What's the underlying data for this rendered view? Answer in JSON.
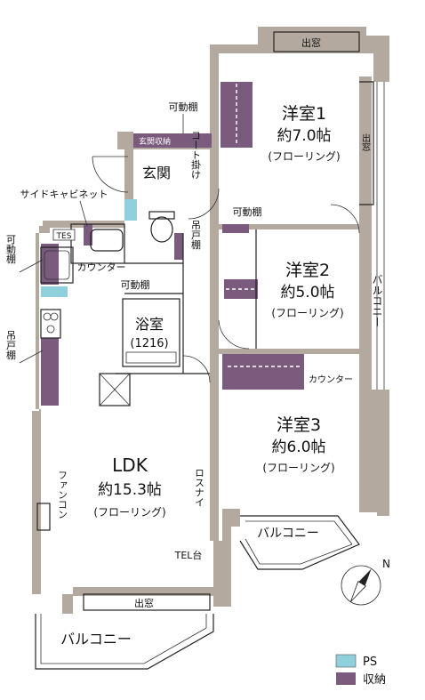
{
  "rooms": {
    "western1": {
      "name": "洋室1",
      "size": "約7.0帖",
      "floor": "(フローリング)"
    },
    "western2": {
      "name": "洋室2",
      "size": "約5.0帖",
      "floor": "(フローリング)"
    },
    "western3": {
      "name": "洋室3",
      "size": "約6.0帖",
      "floor": "(フローリング)"
    },
    "ldk": {
      "name": "LDK",
      "size": "約15.3帖",
      "floor": "(フローリング)"
    },
    "bath": {
      "name": "浴室",
      "size": "(1216)"
    },
    "entrance": {
      "name": "玄関"
    }
  },
  "labels": {
    "window_top": "出窓",
    "window_right": "出窓",
    "window_bottom": "出窓",
    "movable_shelf_entrance": "可動棚",
    "movable_shelf_w2": "可動棚",
    "movable_shelf_left": "可動棚",
    "movable_shelf_kitchen": "可動棚",
    "entrance_storage": "玄関収納",
    "coat_hanger": "コート掛け",
    "side_cabinet": "サイドキャビネット",
    "tes": "TES",
    "counter_kitchen": "カウンター",
    "counter_w3": "カウンター",
    "hanging_shelf_toilet": "吊戸棚",
    "hanging_shelf_kitchen": "吊戸棚",
    "fan_coil": "ファンコン",
    "rosunai": "ロスナイ",
    "tel_stand": "TEL台",
    "balcony_right": "バルコニー",
    "balcony_w3": "バルコニー",
    "balcony_bottom": "バルコニー",
    "compass_n": "N"
  },
  "legend": [
    {
      "label": "PS",
      "color": "#8fd0dc"
    },
    {
      "label": "収納",
      "color": "#7a5a7d"
    }
  ]
}
